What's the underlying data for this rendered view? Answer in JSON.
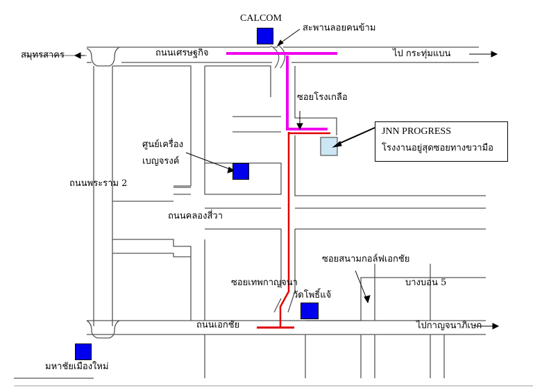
{
  "places": {
    "calcom": "CALCOM",
    "pedestrian_bridge": "สะพานลอยคนข้าม",
    "samut_sakhon": "สมุทรสาคร",
    "setthakit_road": "ถนนเศรษฐกิจ",
    "to_krathum_baen": "ไป กระทุ่มแบน",
    "soi_rong_kluea": "ซอยโรงเกลือ",
    "machine_center_line1": "ศูนย์เครื่อง",
    "machine_center_line2": "เบญจรงค์",
    "rama2_road": "ถนนพระราม 2",
    "khlong_si_wa_road": "ถนนคลองสี่วา",
    "soi_golf": "ซอยสนามกอล์ฟเอกชัย",
    "soi_thep": "ซอยเทพกาญจนา",
    "bang_bon5": "บางบอน 5",
    "wat_pho": "วัดโพธิ์แจ้",
    "ekkachai_road": "ถนนเอกชัย",
    "to_kanchanaphisek": "ไปกาญจนาภิเษก",
    "mahachai": "มหาชัยเมืองใหม่"
  },
  "callout": {
    "title": "JNN PROGRESS",
    "subtitle": "โรงงานอยู่สุดซอยทางขวามือ"
  },
  "colors": {
    "road_outline": "#666666",
    "route_red": "#e00000",
    "route_magenta": "#ee00ee",
    "marker_blue": "#0000ee",
    "destination_fill": "#cce6f5"
  },
  "icons": {
    "arrow": "arrow-icon",
    "marker": "square-marker"
  }
}
